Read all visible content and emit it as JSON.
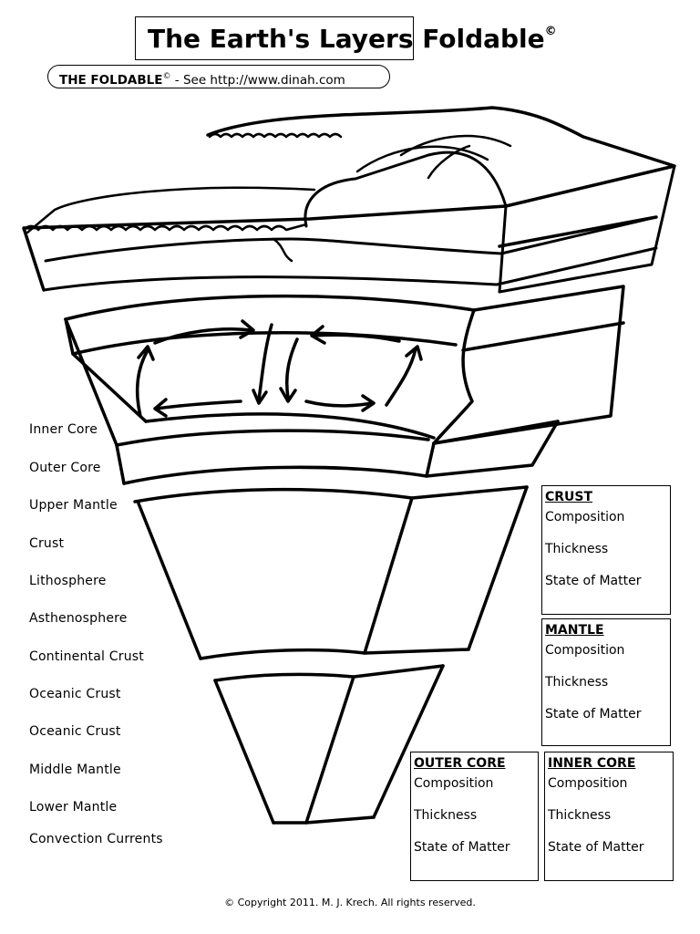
{
  "header": {
    "title": "The Earth's Layers Foldable",
    "title_symbol": "©",
    "pill_brand": "THE FOLDABLE",
    "pill_symbol": "©",
    "pill_text": " - See http://www.dinah.com"
  },
  "terms": [
    "Inner Core",
    "Outer Core",
    "Upper Mantle",
    "Crust",
    "Lithosphere",
    "Asthenosphere",
    "Continental Crust",
    "Oceanic Crust",
    "Oceanic Crust",
    "Middle Mantle",
    "Lower Mantle",
    "Convection Currents"
  ],
  "boxes": {
    "crust": {
      "title": "CRUST",
      "lines": [
        "Composition",
        "Thickness",
        "State of Matter"
      ]
    },
    "mantle": {
      "title": "MANTLE",
      "lines": [
        "Composition",
        "Thickness",
        "State of Matter"
      ]
    },
    "outer_core": {
      "title": "OUTER CORE",
      "lines": [
        "Composition",
        "Thickness",
        "State of Matter"
      ]
    },
    "inner_core": {
      "title": "INNER CORE",
      "lines": [
        "Composition",
        "Thickness",
        "State of Matter"
      ]
    }
  },
  "footer": {
    "copyright": "© Copyright 2011.  M. J. Krech. All rights reserved."
  }
}
